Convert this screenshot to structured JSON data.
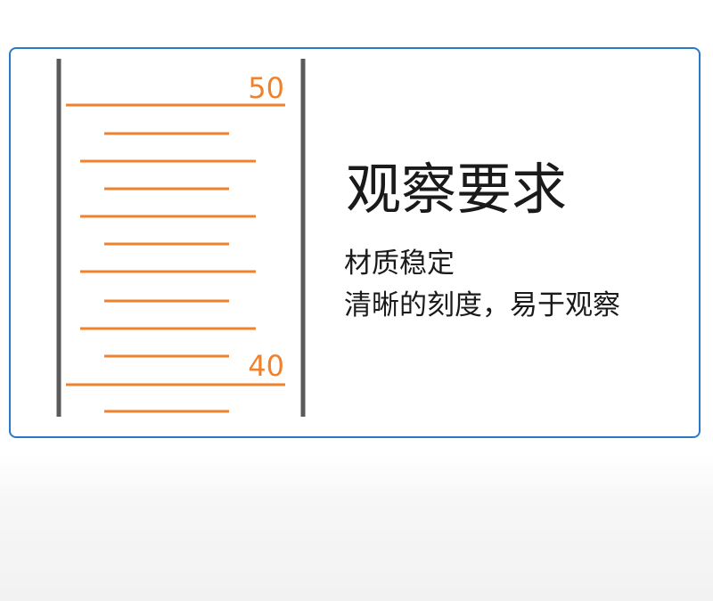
{
  "card": {
    "border_color": "#2a79c9",
    "heading": "观察要求",
    "lines": [
      "材质稳定",
      "清晰的刻度，易于观察"
    ]
  },
  "scale": {
    "accent_color": "#f0822e",
    "wall_color": "#5a5a5a",
    "labels": [
      "50",
      "40"
    ]
  }
}
